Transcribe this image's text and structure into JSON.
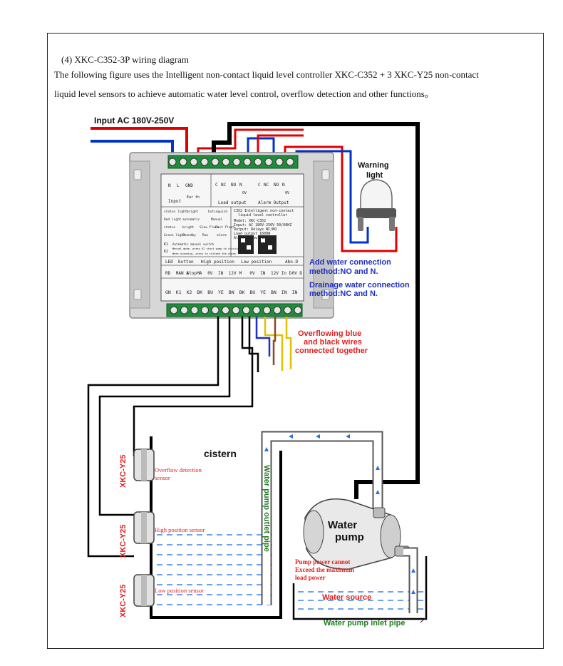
{
  "document": {
    "section_title": "(4) XKC-C352-3P wiring diagram",
    "intro_line1": "The following figure uses the Intelligent non-contact liquid level controller XKC-C352    + 3 XKC-Y25 non-contact",
    "intro_line2": "liquid level sensors to achieve automatic water level control, overflow detection and other functions。"
  },
  "diagram": {
    "input_label": "Input AC 180V-250V",
    "warning_light_line1": "Warning",
    "warning_light_line2": "light",
    "add_water_line1": "Add water connection",
    "add_water_line2": "method:NO and N.",
    "drain_line1": "Drainage water connection",
    "drain_line2": "method:NC and N.",
    "overflow_wires_line1": "Overflowing blue",
    "overflow_wires_line2": "and black wires",
    "overflow_wires_line3": "connected together",
    "cistern_label": "cistern",
    "outlet_pipe_label": "Water pump outlet pipe",
    "pump_line1": "Water",
    "pump_line2": "pump",
    "pump_power_line1": "Pump power cannot",
    "pump_power_line2": "Exceed the maximum",
    "pump_power_line3": "load power",
    "water_source_label": "Water source",
    "inlet_pipe_label": "Water pump inlet pipe",
    "sensor_model": "XKC-Y25",
    "overflow_sensor_line1": "Overflow detection",
    "overflow_sensor_line2": "sensor",
    "high_sensor_label": "High position sensor",
    "low_sensor_label": "Low position sensor",
    "controller": {
      "top_terms": [
        "N",
        "L",
        "GND"
      ],
      "input_label": "Input",
      "ear_label": "Ear th",
      "relay_labels": [
        "C",
        "NC",
        "NO",
        "N",
        "C",
        "NC",
        "NO",
        "N"
      ],
      "relay_voltage": "0V",
      "load_output": "Load output",
      "alarm_output": "Alarm Output",
      "status_rows": [
        [
          "status light",
          "bright",
          "Extinguish"
        ],
        [
          "Red light",
          "automatic",
          "Manual"
        ],
        [
          "status",
          "bright",
          "Slow flash",
          "Fast flash"
        ],
        [
          "Green light",
          "Standby",
          "Run",
          "alarm"
        ]
      ],
      "product_line1": "C352 Intelligent non-contact",
      "product_line2": "liquid level controller",
      "model": "Model: XKC-C352",
      "spec_input": "Input: AC 180V-250V 50/60HZ",
      "spec_output": "Output: Relays NC/NO",
      "spec_load": "Load output 1600W",
      "spec_alarm": "Alarm output 800W",
      "k1_label": "K1",
      "k1_text": "Automatic manual switch",
      "k2_label": "K2",
      "k2_text": "Manual mode, press K2 start pump to circulate",
      "k2_text2": "When alarming, press to release the alarm",
      "bottom_headers": [
        "LED",
        "button",
        "High position",
        "Low position",
        "Abn-D"
      ],
      "bottom_mid": [
        "RD",
        "MAN A",
        "Stop A",
        "M",
        "0V",
        "IN",
        "12V",
        "M",
        "0V",
        "IN",
        "12V",
        "In D",
        "0V D"
      ],
      "bottom_codes": [
        "GN",
        "K1",
        "K2",
        "BK",
        "BU",
        "YE",
        "BN",
        "BK",
        "BU",
        "YE",
        "BN",
        "IN",
        "IN"
      ]
    }
  }
}
